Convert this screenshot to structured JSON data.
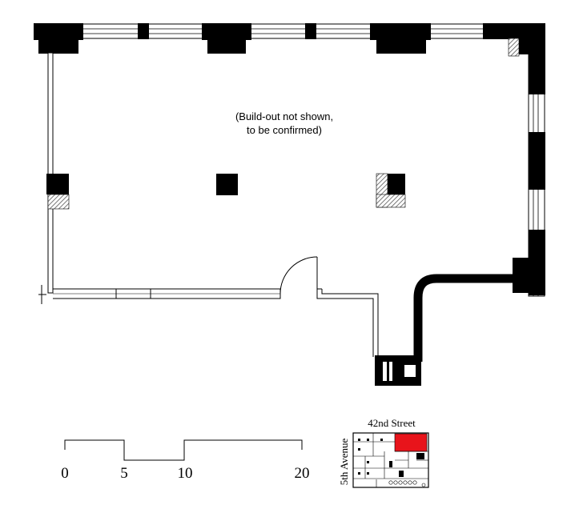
{
  "note": {
    "line1": "(Build-out not shown,",
    "line2": "to be confirmed)"
  },
  "scale": {
    "labels": [
      {
        "value": 0,
        "text": "0"
      },
      {
        "value": 5,
        "text": "5"
      },
      {
        "value": 10,
        "text": "10"
      },
      {
        "value": 20,
        "text": "20"
      }
    ]
  },
  "keyplan": {
    "street_top": "42nd Street",
    "street_left": "5th Avenue",
    "highlight_color": "#e8141b"
  },
  "colors": {
    "wall": "#000000",
    "glazing": "#ffffff",
    "hatch": "#666666"
  }
}
